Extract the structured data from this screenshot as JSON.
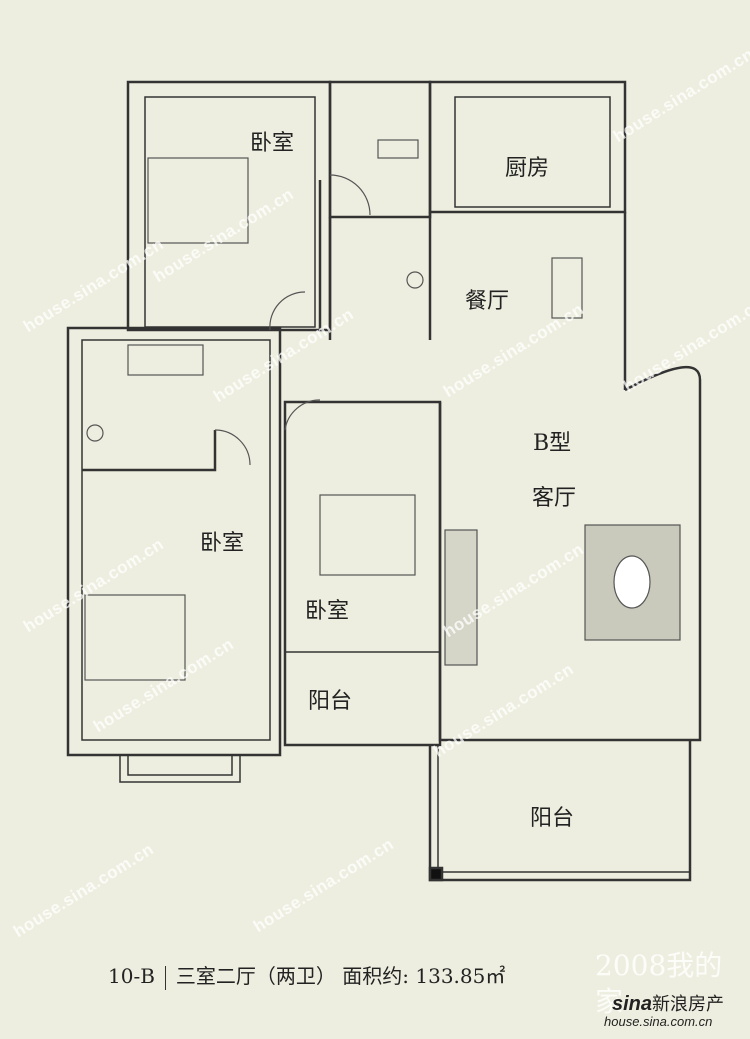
{
  "rooms": {
    "bedroom_top": "卧室",
    "kitchen": "厨房",
    "dining": "餐厅",
    "type": "B型",
    "living": "客厅",
    "bedroom_left": "卧室",
    "bedroom_mid": "卧室",
    "balcony_mid": "阳台",
    "balcony_bottom": "阳台"
  },
  "caption": {
    "code": "10-B",
    "layout": "三室二厅（两卫）",
    "area_label": "面积约:",
    "area_value": "133.85㎡"
  },
  "watermark": "house.sina.com.cn",
  "logo": {
    "brand": "sina",
    "brand_cn": "新浪房产",
    "url": "house.sina.com.cn",
    "background_mark": "2008我的家"
  }
}
